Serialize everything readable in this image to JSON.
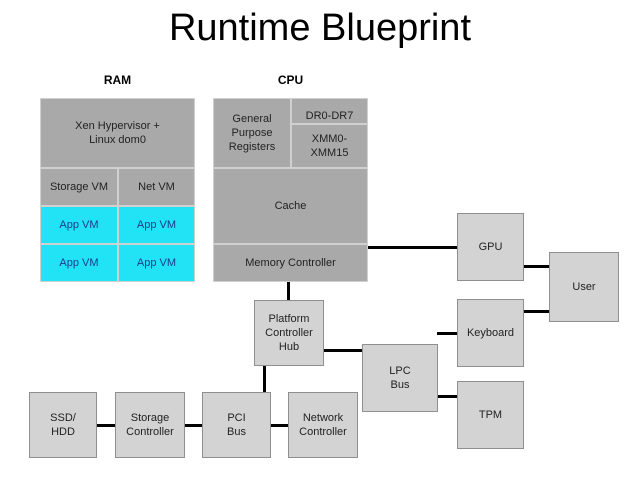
{
  "title": "Runtime Blueprint",
  "sections": {
    "ram": "RAM",
    "cpu": "CPU"
  },
  "ram": {
    "hypervisor": "Xen Hypervisor +\nLinux dom0",
    "storage_vm": "Storage VM",
    "net_vm": "Net VM",
    "app_vms": [
      "App VM",
      "App VM",
      "App VM",
      "App VM"
    ]
  },
  "cpu": {
    "gpr": "General\nPurpose\nRegisters",
    "dr": "DR0-DR7",
    "xmm": "XMM0-\nXMM15",
    "cache": "Cache",
    "memctrl": "Memory Controller"
  },
  "components": {
    "gpu": "GPU",
    "user": "User",
    "keyboard": "Keyboard",
    "pch": "Platform\nController\nHub",
    "lpc": "LPC\nBus",
    "tpm": "TPM",
    "ssd": "SSD/\nHDD",
    "storage_ctrl": "Storage\nController",
    "pci": "PCI\nBus",
    "net_ctrl": "Network\nController"
  },
  "colors": {
    "dark_box": "#a9a9a9",
    "light_box": "#d3d3d3",
    "app_vm": "#22e3f5",
    "app_vm_text": "#1b3a8c",
    "connector": "#000000"
  }
}
